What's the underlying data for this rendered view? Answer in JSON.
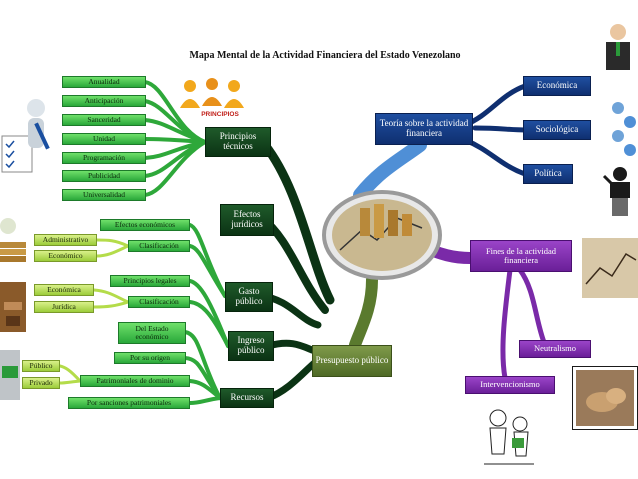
{
  "title": "Mapa Mental de la Actividad Financiera del Estado Venezolano",
  "principios_logo_text": "PRINCIPIOS",
  "branches": {
    "principios": {
      "label": "Principios técnicos",
      "items": [
        "Anualidad",
        "Anticipación",
        "Sanceridad",
        "Unidad",
        "Programación",
        "Publicidad",
        "Universalidad"
      ]
    },
    "efectos": {
      "label": "Efectos jurídicos"
    },
    "gasto": {
      "label": "Gasto público",
      "efectos_economicos": "Efectos económicos",
      "clasificacion": "Clasificación",
      "sub": [
        "Administrativo",
        "Económico"
      ]
    },
    "ingreso": {
      "label": "Ingreso público",
      "principios_legales": "Principios legales",
      "clasificacion": "Clasificación",
      "sub": [
        "Económica",
        "Jurídica"
      ]
    },
    "recursos": {
      "label": "Recursos",
      "items": [
        "Del Estado económico",
        "Por su origen",
        "Patrimoniales de dominio",
        "Por sanciones patrimoniales"
      ],
      "sub": [
        "Público",
        "Privado"
      ]
    },
    "presupuesto": {
      "label": "Presupuesto público"
    },
    "teoria": {
      "label": "Teoría sobre la actividad financiera",
      "items": [
        "Económica",
        "Sociológica",
        "Política"
      ]
    },
    "fines": {
      "label": "Fines de la actividad financiera",
      "items": [
        "Neutralismo",
        "Intervencionismo"
      ]
    }
  },
  "colors": {
    "dark_green": "#0b3314",
    "light_green": "#3cc54a",
    "olive": "#5a7a2e",
    "navy": "#0f2f70",
    "blue": "#2f6fc0",
    "purple": "#7a2aa8"
  }
}
